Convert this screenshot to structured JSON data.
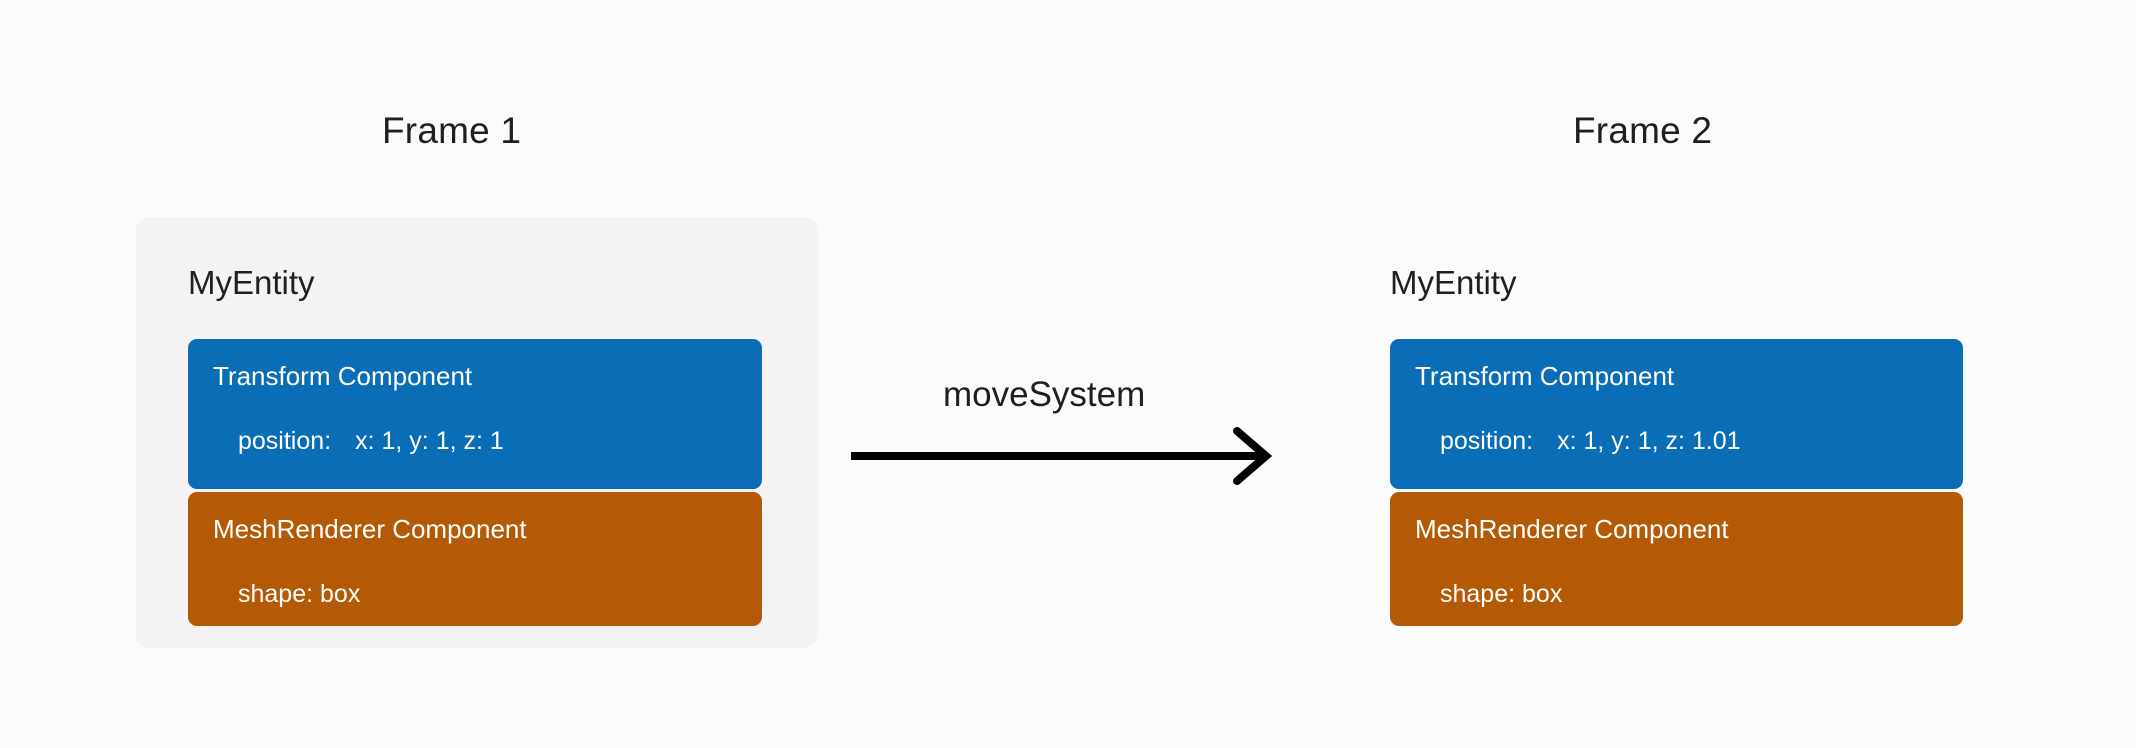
{
  "colors": {
    "background": "#fbfbfb",
    "panel": "#f4f2f3",
    "transform_component": "#0b6db5",
    "mesh_component": "#b45906",
    "text": "#1f1f1f",
    "component_text": "#ffffff",
    "arrow": "#000000"
  },
  "frames": [
    {
      "title": "Frame 1",
      "entity_name": "MyEntity",
      "components": [
        {
          "title": "Transform Component",
          "field_key": "position:",
          "field_value": "x: 1, y: 1, z: 1"
        },
        {
          "title": "MeshRenderer Component",
          "field_key": "shape: box",
          "field_value": ""
        }
      ]
    },
    {
      "title": "Frame 2",
      "entity_name": "MyEntity",
      "components": [
        {
          "title": "Transform Component",
          "field_key": "position:",
          "field_value": "x: 1, y: 1, z: 1.01"
        },
        {
          "title": "MeshRenderer Component",
          "field_key": "shape: box",
          "field_value": ""
        }
      ]
    }
  ],
  "transition": {
    "label": "moveSystem",
    "arrow": "right-arrow-icon"
  }
}
